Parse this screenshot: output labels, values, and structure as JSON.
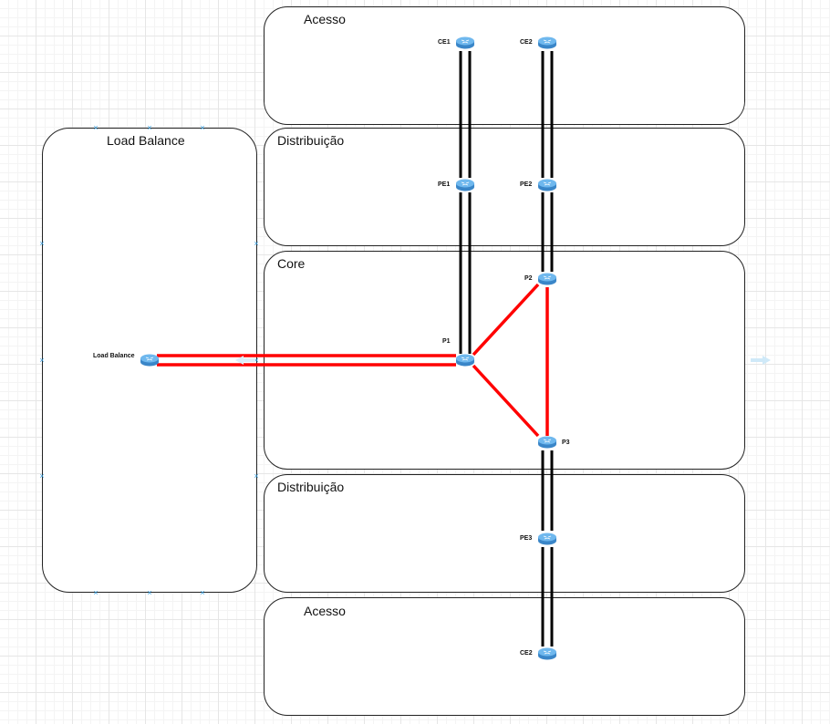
{
  "panels": {
    "acesso_top": "Acesso",
    "distribuicao_top": "Distribuição",
    "core": "Core",
    "distribuicao_bottom": "Distribuição",
    "acesso_bottom": "Acesso",
    "load_balance": "Load Balance"
  },
  "nodes": {
    "ce1": "CE1",
    "ce2_top": "CE2",
    "pe1": "PE1",
    "pe2": "PE2",
    "p1": "P1",
    "p2": "P2",
    "p3": "P3",
    "pe3": "PE3",
    "ce2_bottom": "CE2",
    "load_balance": "Load Balance"
  },
  "link_colors": {
    "access_links": "#000000",
    "core_links": "#ff0000"
  },
  "router_color": "#4a9fe0"
}
